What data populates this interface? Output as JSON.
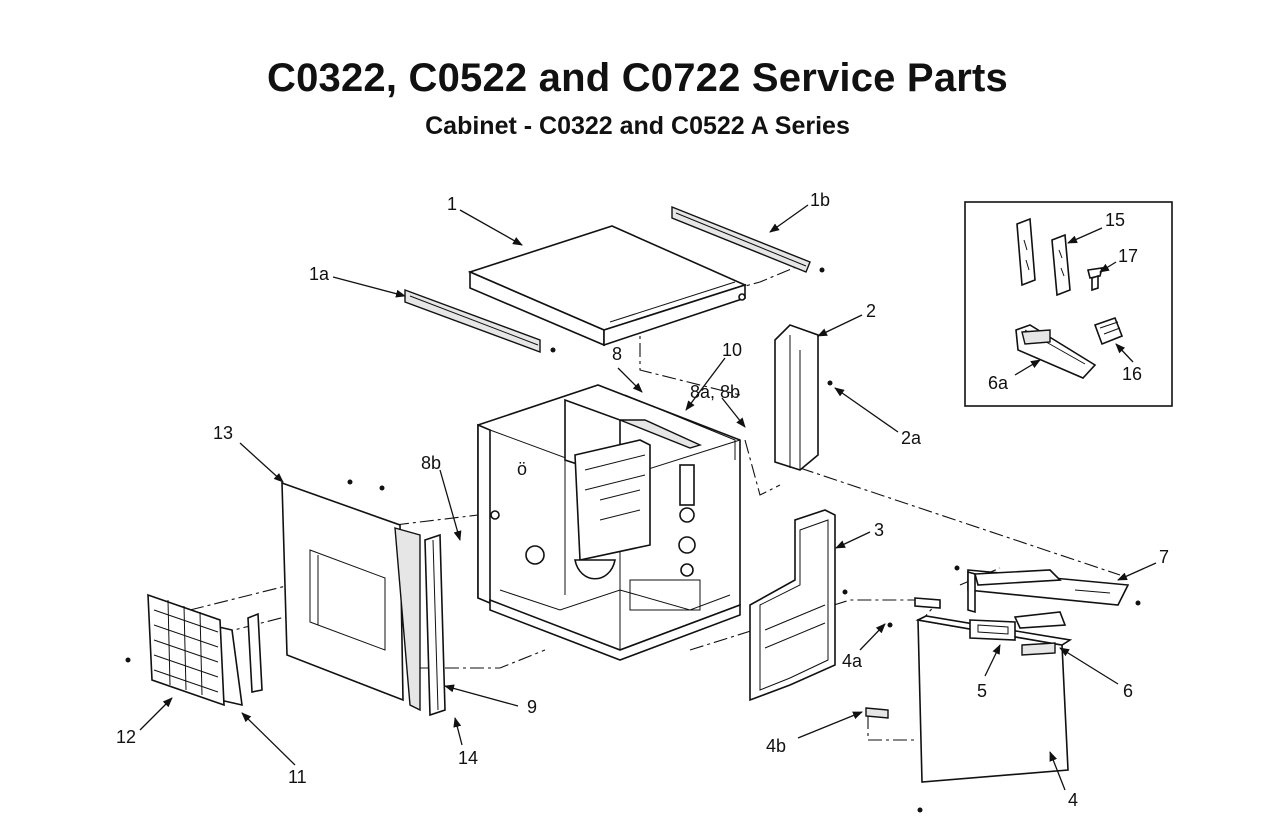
{
  "header": {
    "title": "C0322, C0522 and C0722 Service Parts",
    "subtitle": "Cabinet - C0322 and C0522 A Series"
  },
  "callouts": {
    "c1": "1",
    "c1a": "1a",
    "c1b": "1b",
    "c2": "2",
    "c2a": "2a",
    "c3": "3",
    "c4": "4",
    "c4a": "4a",
    "c4b": "4b",
    "c5": "5",
    "c6": "6",
    "c6a": "6a",
    "c7": "7",
    "c8": "8",
    "c8a8b": "8a, 8b",
    "c8b": "8b",
    "c9": "9",
    "c10": "10",
    "c11": "11",
    "c12": "12",
    "c13": "13",
    "c14": "14",
    "c15": "15",
    "c16": "16",
    "c17": "17"
  }
}
